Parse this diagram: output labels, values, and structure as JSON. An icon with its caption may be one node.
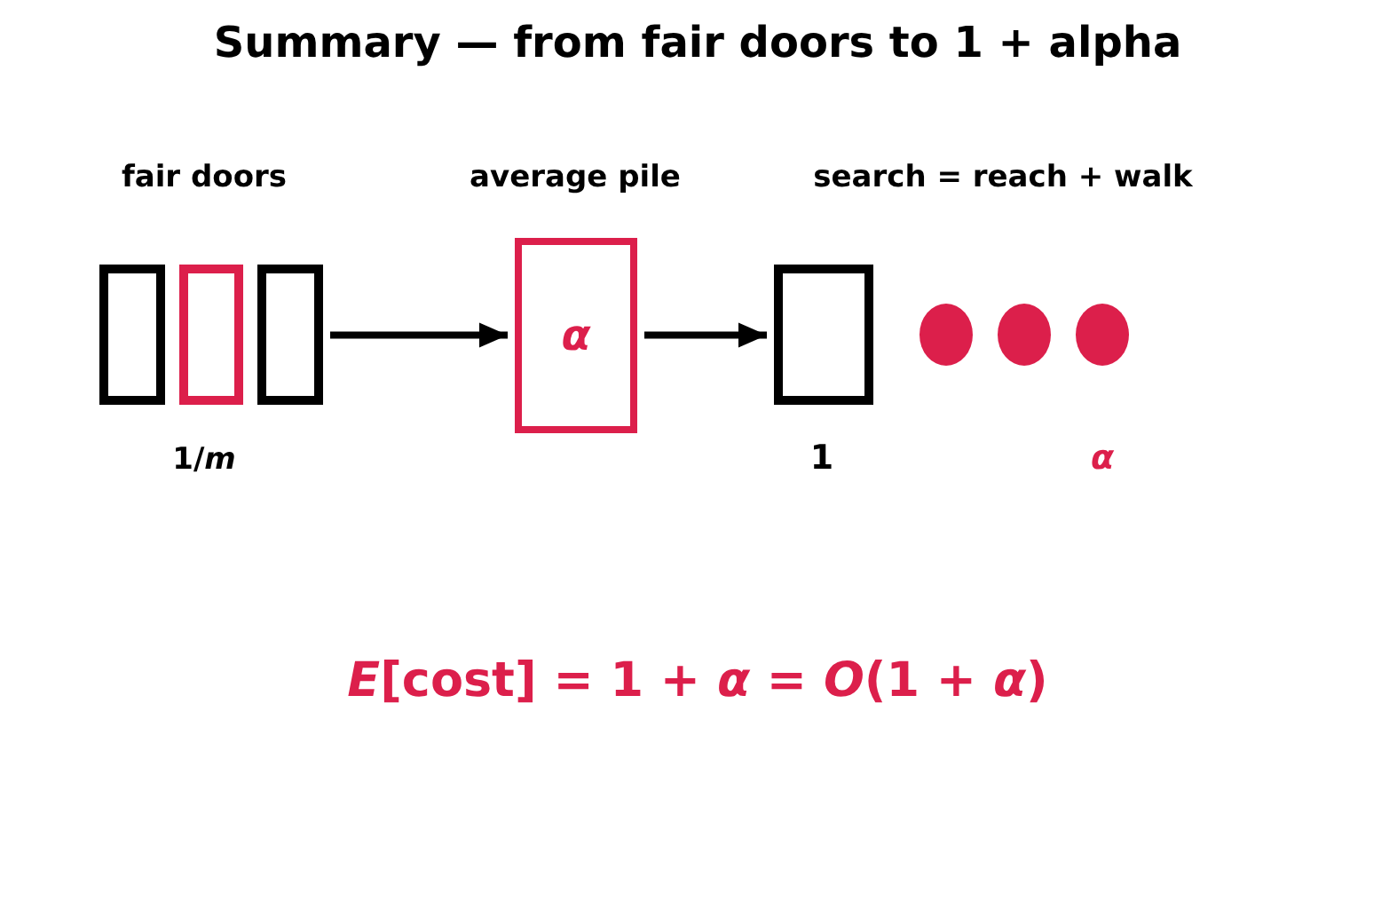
{
  "diagram": {
    "title": "Summary — from fair doors to 1 + alpha",
    "nodes": [
      {
        "text": [],
        "shape": "box"
      },
      {
        "text": [],
        "shape": "box"
      },
      {
        "text": [],
        "shape": "box"
      },
      {
        "text": [
          "α"
        ]
      },
      {
        "text": [],
        "shape": "box"
      },
      {
        "text": [],
        "shape": "circle"
      },
      {
        "text": [],
        "shape": "circle"
      },
      {
        "text": [],
        "shape": "circle"
      }
    ],
    "edges": [
      {
        "from": 2,
        "to": 3,
        "arrow": "to"
      },
      {
        "from": 3,
        "to": 4,
        "arrow": "to"
      }
    ],
    "labels": [
      "fair doors",
      "average pile",
      "search = reach + walk",
      "1/*m*",
      "1",
      "α",
      "*E*[cost] = 1 + *α* = *O*(1 + *α*)"
    ]
  }
}
